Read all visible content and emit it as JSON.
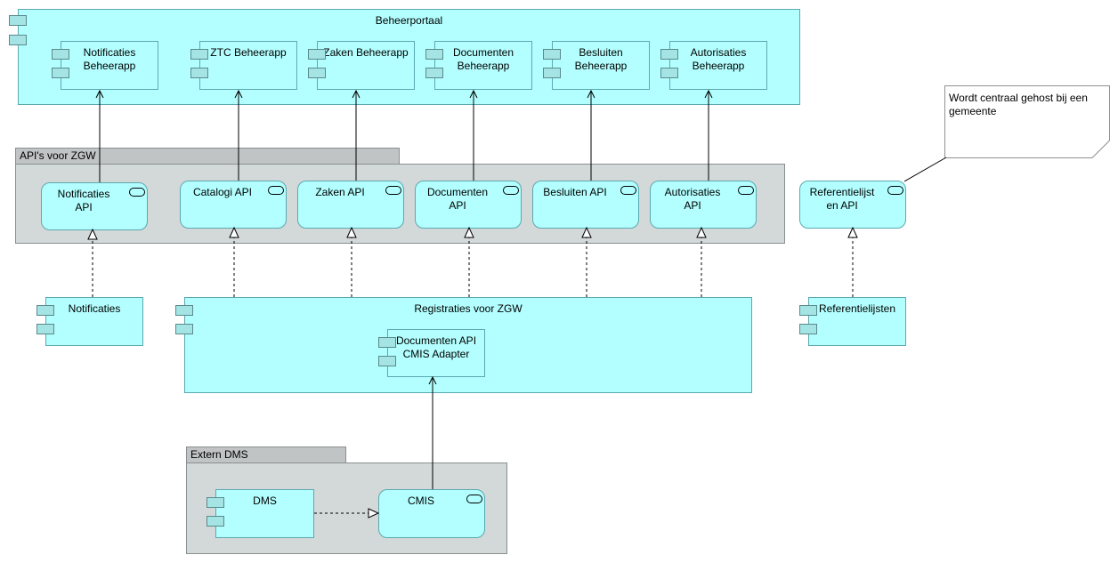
{
  "beheerportaal": {
    "title": "Beheerportaal",
    "apps": [
      "Notificaties\nBeheerapp",
      "ZTC Beheerapp",
      "Zaken Beheerapp",
      "Documenten\nBeheerapp",
      "Besluiten\nBeheerapp",
      "Autorisaties\nBeheerapp"
    ]
  },
  "apis_group": {
    "title": "API's voor ZGW",
    "services": [
      "Notificaties\nAPI",
      "Catalogi API",
      "Zaken API",
      "Documenten\nAPI",
      "Besluiten API",
      "Autorisaties\nAPI"
    ]
  },
  "referentielijst_api": "Referentielijst\nen API",
  "note": "Wordt centraal gehost bij een gemeente",
  "notificaties": "Notificaties",
  "registraties": {
    "title": "Registraties voor ZGW",
    "adapter": "Documenten API\nCMIS Adapter"
  },
  "referentielijsten": "Referentielijsten",
  "extern_dms": {
    "title": "Extern DMS",
    "dms": "DMS",
    "cmis": "CMIS"
  },
  "colors": {
    "element_fill": "#b3ffff",
    "element_border": "#5ca8b0",
    "group_fill": "#d3d8d8",
    "group_tab": "#c0c4c4",
    "note_fill": "#ffffff"
  }
}
